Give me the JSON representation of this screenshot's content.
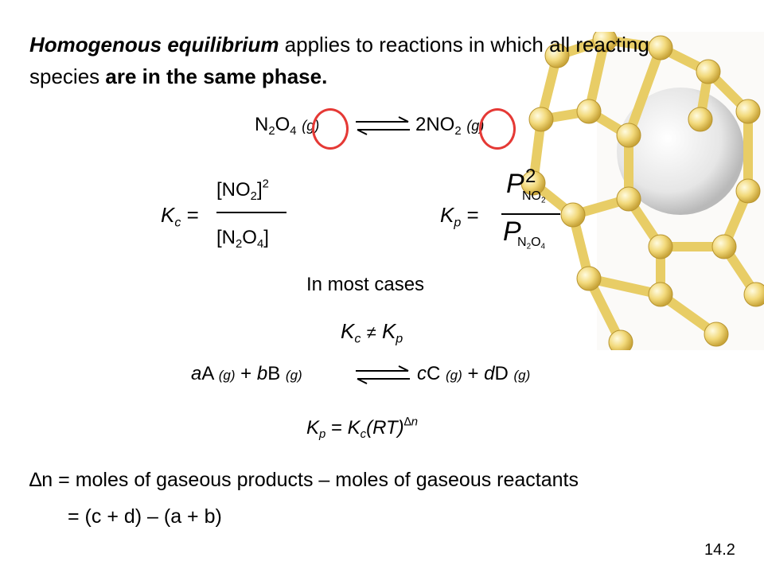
{
  "intro": {
    "term": "Homogenous equilibrium",
    "text1": " applies to reactions in which all reacting species ",
    "emphasis": "are in the same phase."
  },
  "reaction1": {
    "reactant": "N",
    "reactant_s1": "2",
    "reactant_mid": "O",
    "reactant_s2": "4",
    "reactant_phase": "(g)",
    "product_coef": "2NO",
    "product_s": "2",
    "product_phase": "(g)"
  },
  "kc": {
    "symbol": "K",
    "sub": "c",
    "eq": "=",
    "num_a": "[NO",
    "num_s": "2",
    "num_b": "]",
    "num_exp": "2",
    "den_a": "[N",
    "den_s1": "2",
    "den_b": "O",
    "den_s2": "4",
    "den_c": "]"
  },
  "kp": {
    "symbol": "K",
    "sub": "p",
    "eq": "=",
    "num_P": "P",
    "num_exp": "2",
    "num_sub_a": "NO",
    "num_sub_s": "2",
    "den_P": "P",
    "den_sub_a": "N",
    "den_sub_s1": "2",
    "den_sub_b": "O",
    "den_sub_s2": "4"
  },
  "most_cases": "In most cases",
  "neq": {
    "k1": "K",
    "k1sub": "c",
    "sym": "≠",
    "k2": "K",
    "k2sub": "p"
  },
  "general": {
    "a": "a",
    "A": "A ",
    "pg1": "(g)",
    "plus1": " + ",
    "b": "b",
    "B": "B ",
    "pg2": "(g)",
    "c": "c",
    "C": "C ",
    "pg3": "(g)",
    "plus2": " + ",
    "d": "d",
    "D": "D ",
    "pg4": "(g)"
  },
  "kp_relation": {
    "k": "K",
    "ksub": "p",
    "eq": " = ",
    "k2": "K",
    "k2sub": "c",
    "rt": "(RT)",
    "exp": "∆n"
  },
  "delta": {
    "symbol": "∆n",
    "text": " = moles of gaseous products – moles of gaseous reactants",
    "line2": "= (c + d) – (a + b)"
  },
  "slide_number": "14.2"
}
